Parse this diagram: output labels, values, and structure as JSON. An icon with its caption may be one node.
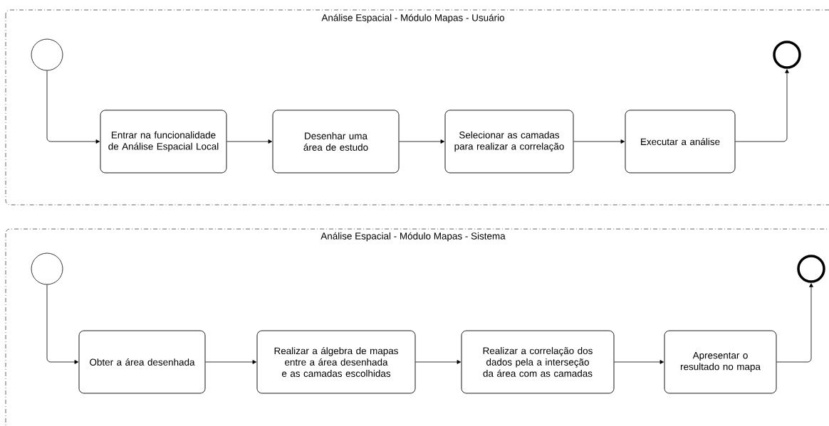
{
  "diagram": {
    "nodes": [
      {
        "text": [
          "Análise Espacial - Módulo Mapas - Usuário"
        ]
      },
      {
        "text": [],
        "shape": "circle",
        "in": 0
      },
      {
        "text": [
          "Entrar na funcionalidade de Análise Espacial Local"
        ],
        "in": 0
      },
      {
        "text": [
          "Desenhar uma área de estudo"
        ],
        "in": 0
      },
      {
        "text": [
          "Selecionar as camadas para realizar a correlação"
        ],
        "in": 0
      },
      {
        "text": [
          "Executar a análise"
        ],
        "in": 0
      },
      {
        "text": [],
        "shape": "circle",
        "in": 0
      },
      {
        "text": [
          "Análise Espacial - Módulo Mapas - Sistema"
        ]
      },
      {
        "text": [],
        "shape": "circle",
        "in": 7
      },
      {
        "text": [
          "Obter a área desenhada"
        ],
        "in": 7
      },
      {
        "text": [
          "Realizar a álgebra de mapas entre a área desenhada e as camadas escolhidas"
        ],
        "in": 7
      },
      {
        "text": [
          "Realizar a correlação dos dados pela a interseção da área com as camadas"
        ],
        "in": 7
      },
      {
        "text": [
          "Apresentar o resultado no mapa"
        ],
        "in": 7
      },
      {
        "text": [],
        "shape": "circle",
        "in": 7
      }
    ],
    "edges": [
      {
        "from": 1,
        "to": 2,
        "arrow": "to"
      },
      {
        "from": 2,
        "to": 3,
        "arrow": "to"
      },
      {
        "from": 3,
        "to": 4,
        "arrow": "to"
      },
      {
        "from": 4,
        "to": 5,
        "arrow": "to"
      },
      {
        "from": 5,
        "to": 6,
        "arrow": "to"
      },
      {
        "from": 8,
        "to": 9,
        "arrow": "to"
      },
      {
        "from": 9,
        "to": 10,
        "arrow": "to"
      },
      {
        "from": 10,
        "to": 11,
        "arrow": "to"
      },
      {
        "from": 11,
        "to": 12,
        "arrow": "to"
      },
      {
        "from": 12,
        "to": 13,
        "arrow": "to"
      }
    ]
  }
}
